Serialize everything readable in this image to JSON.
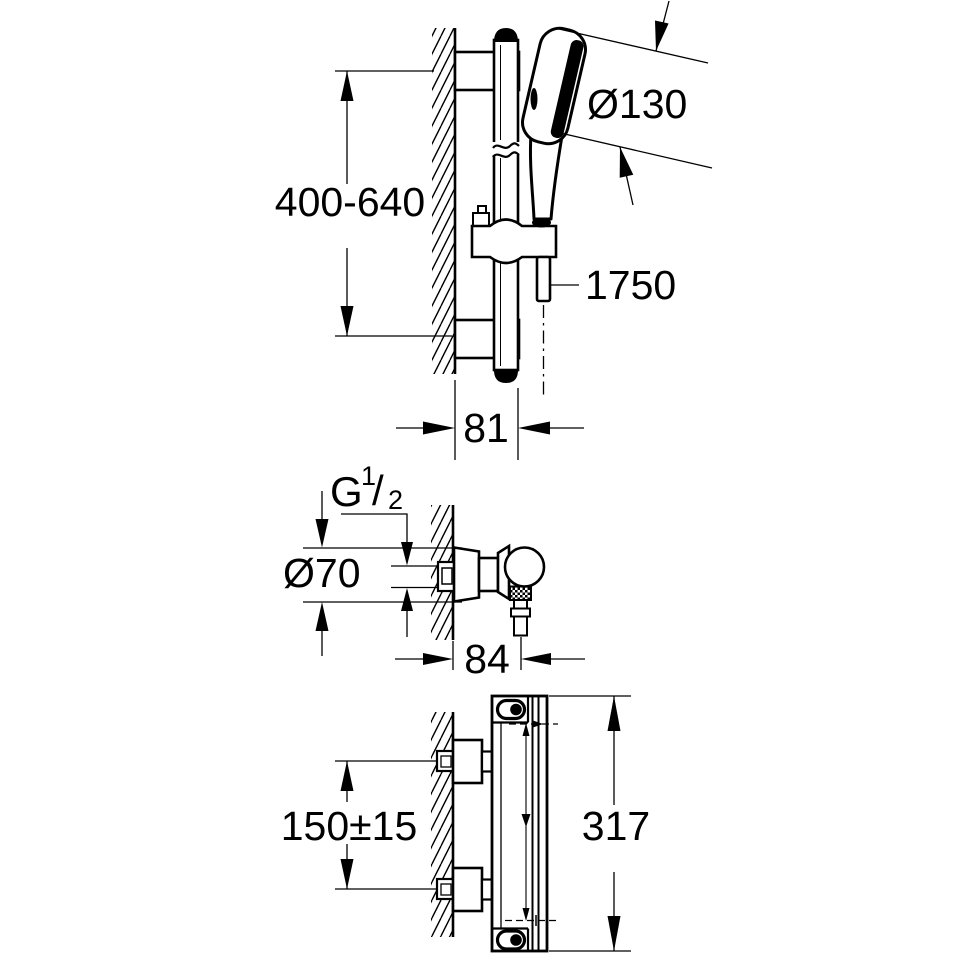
{
  "drawing_type": "technical installation dimension drawing",
  "colors": {
    "ink": "#000000",
    "paper": "#ffffff"
  },
  "views": {
    "shower_rail": {
      "rail_height": "400-640",
      "head_diameter": "Ø130",
      "hose_length": "1750",
      "wall_distance": "81"
    },
    "mixer": {
      "flange_diameter": "Ø70",
      "depth": "84",
      "thread": {
        "g": "G",
        "sup": "1",
        "slash": "/",
        "sub": "2"
      }
    },
    "thermostat": {
      "inlet_spacing": "150±15",
      "height": "317"
    }
  }
}
